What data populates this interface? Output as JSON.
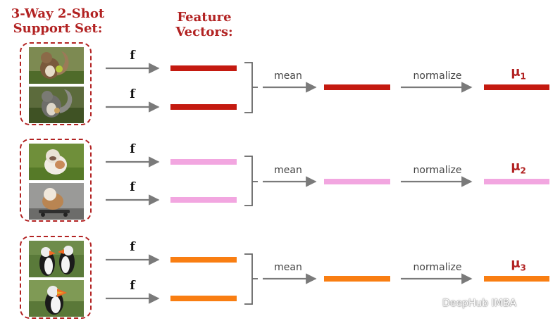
{
  "headings": {
    "support_set": "3-Way 2-Shot\nSupport Set:",
    "feature_vectors": "Feature\nVectors:"
  },
  "operations": {
    "embed": "f",
    "aggregate": "mean",
    "normalize": "normalize"
  },
  "classes": [
    {
      "animal": "squirrel",
      "prototype_symbol": "μ",
      "prototype_index": "1",
      "vector_color": "#c41a10",
      "shots": 2
    },
    {
      "animal": "bulldog",
      "prototype_symbol": "μ",
      "prototype_index": "2",
      "vector_color": "#f2a6e0",
      "shots": 2
    },
    {
      "animal": "puffin",
      "prototype_symbol": "μ",
      "prototype_index": "3",
      "vector_color": "#f97e12",
      "shots": 2
    }
  ],
  "colors": {
    "heading": "#b22222",
    "arrow": "#7a7a7a",
    "frame": "#b22222"
  },
  "watermark": {
    "icon": "wechat-icon",
    "text": "DeepHub IMBA"
  }
}
